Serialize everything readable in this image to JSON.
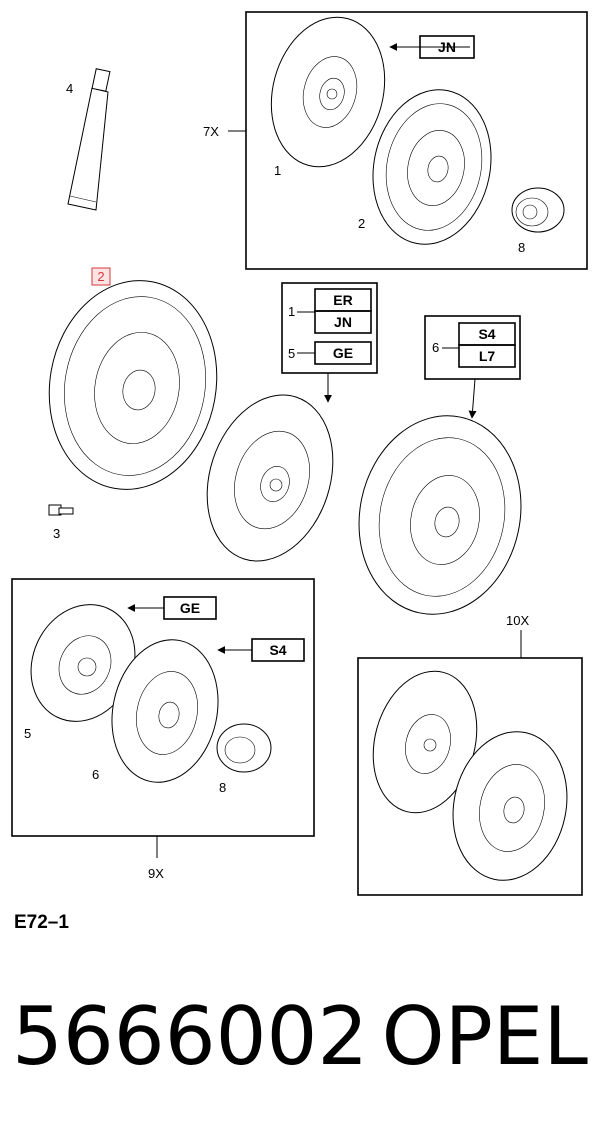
{
  "figure_ref": "E72–1",
  "part_number": "5666002",
  "brand": "OPEL",
  "highlighted_callout": "2",
  "highlight_color": "#d23a3a",
  "kit_7x": {
    "label": "7X",
    "code": "JN",
    "parts": [
      "1",
      "2",
      "8"
    ]
  },
  "tube": {
    "label": "4"
  },
  "bolt": {
    "label": "3"
  },
  "disc_group": {
    "rows": [
      {
        "number": "1",
        "codes": [
          "ER",
          "JN"
        ]
      },
      {
        "number": "5",
        "codes": [
          "GE"
        ]
      }
    ]
  },
  "plate_group": {
    "number": "6",
    "codes": [
      "S4",
      "L7"
    ]
  },
  "kit_9x": {
    "label": "9X",
    "disc_code": "GE",
    "plate_code": "S4",
    "parts": [
      "5",
      "6",
      "8"
    ]
  },
  "kit_10x": {
    "label": "10X"
  }
}
